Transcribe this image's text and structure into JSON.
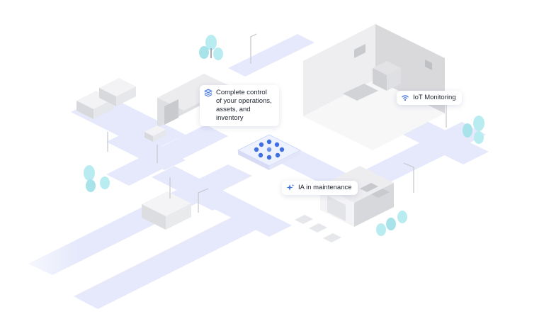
{
  "callouts": {
    "control": {
      "text": "Complete control of your operations, assets, and inventory",
      "icon": "layers-icon"
    },
    "iot": {
      "text": "IoT Monitoring",
      "icon": "wifi-signal-icon"
    },
    "ia": {
      "text": "IA in maintenance",
      "icon": "sparkle-icon"
    }
  },
  "colors": {
    "road": "#e6e9fb",
    "road_edge": "#d9ddf6",
    "accent": "#3d6fe0",
    "tree": "#b9ecf1",
    "building_light": "#f5f5f6",
    "building_mid": "#dedfe2",
    "building_dark": "#c9cace"
  }
}
